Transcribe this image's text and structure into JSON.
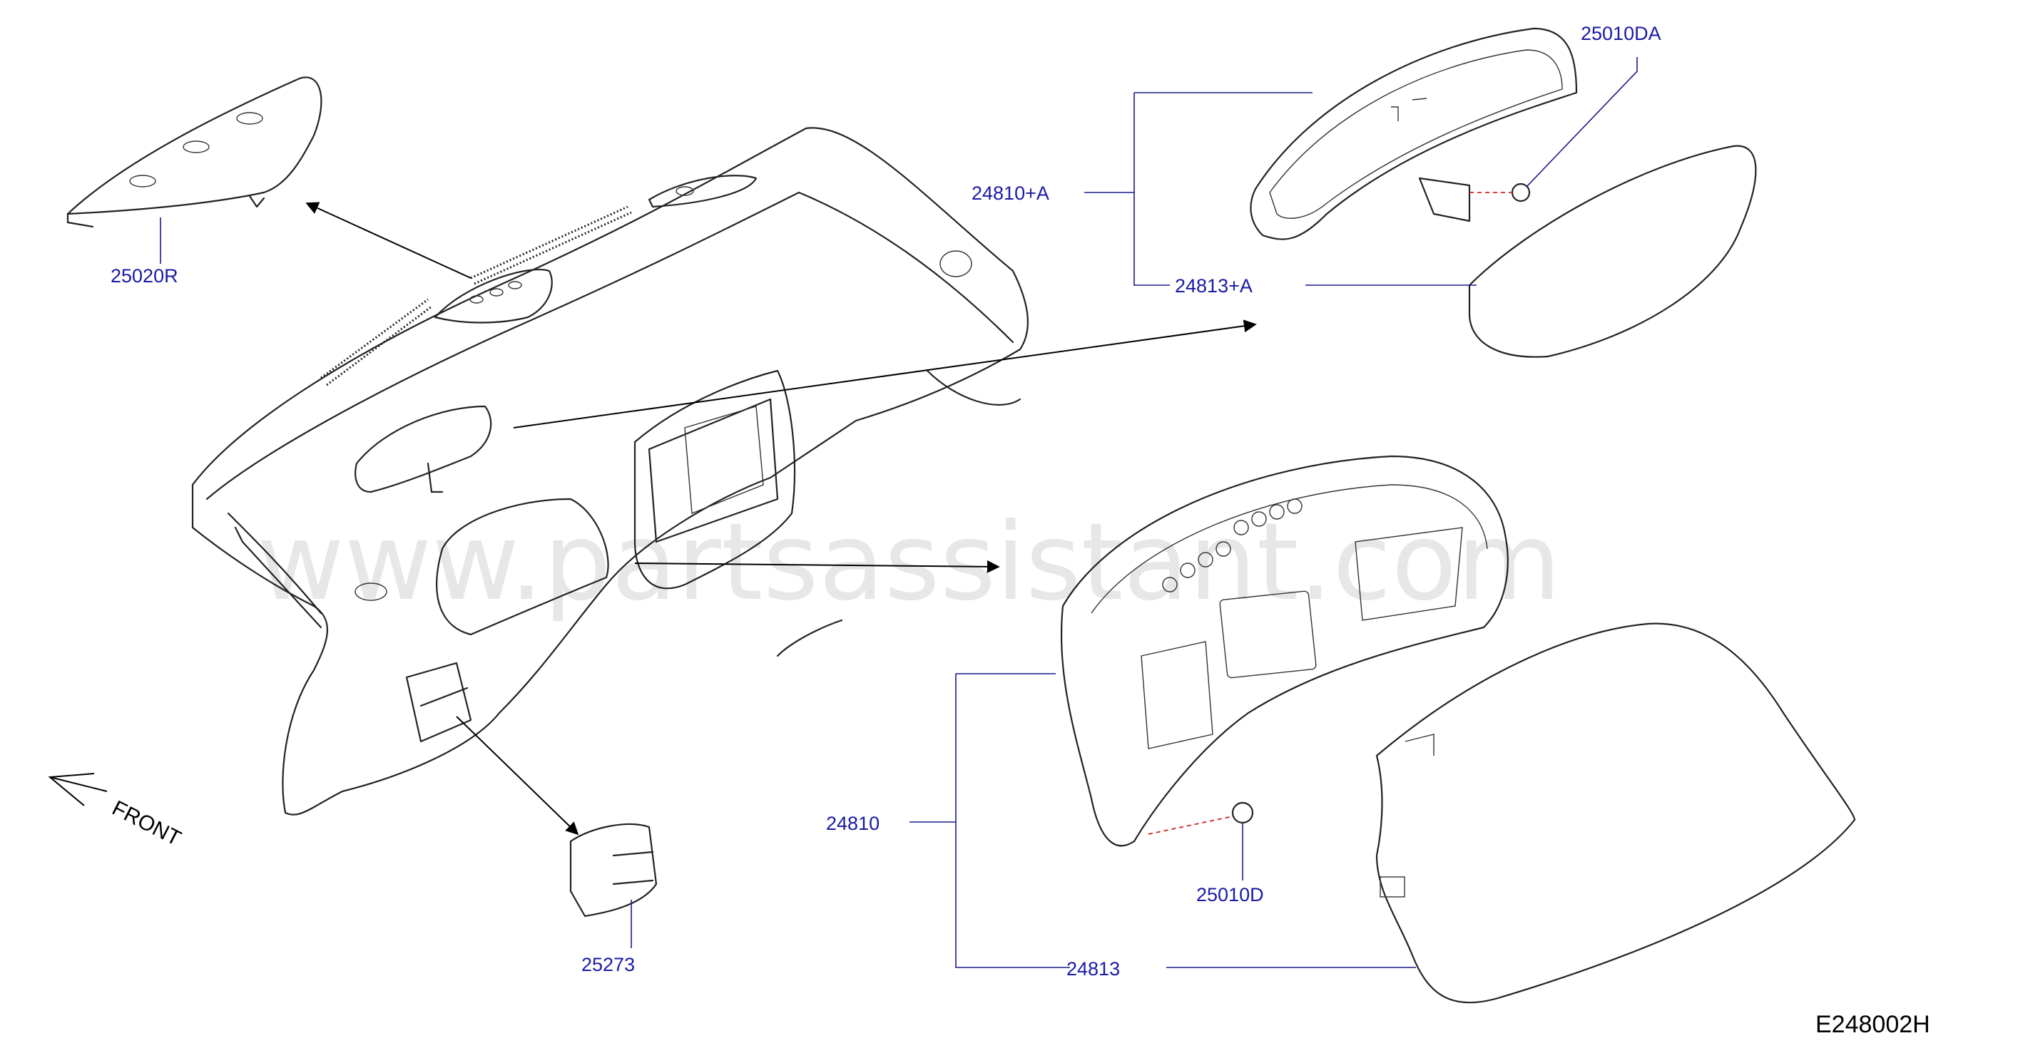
{
  "watermark": "www.partsassistant.com",
  "diagram_code": "E248002H",
  "front_label": "FRONT",
  "callouts": {
    "upper_panel": "25020R",
    "bolt_upper": "25010DA",
    "meter_upper": "24810+A",
    "cover_upper": "24813+A",
    "meter_main": "24810",
    "bolt_main": "25010D",
    "cover_main": "24813",
    "switch": "25273"
  },
  "colors": {
    "callout_text": "#1a1aa6",
    "leader_line": "#1a1a8a",
    "dashed_guide": "#d62020"
  }
}
